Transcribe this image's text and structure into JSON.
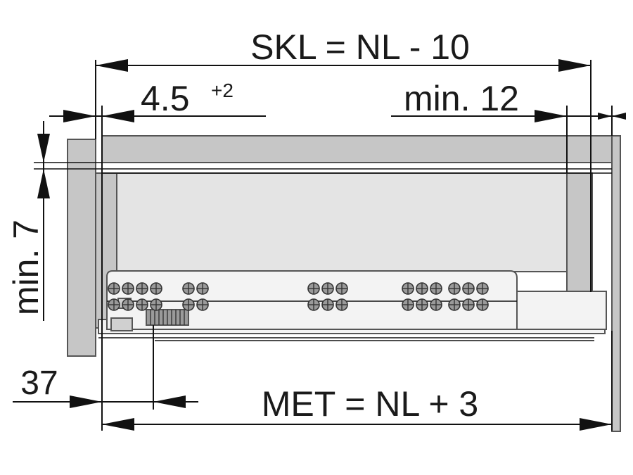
{
  "diagram": {
    "labels": {
      "skl": "SKL = NL - 10",
      "gap_value": "4.5",
      "gap_tolerance": "+2",
      "rear_clearance": "min. 12",
      "vertical_clearance": "min. 7",
      "front_offset": "37",
      "met": "MET = NL + 3"
    },
    "colors": {
      "cabinet_side": "#c6c6c6",
      "drawer_interior": "#e4e4e4",
      "runner": "#f3f3f3",
      "outline": "#555555",
      "dimension_line": "#111111"
    }
  }
}
